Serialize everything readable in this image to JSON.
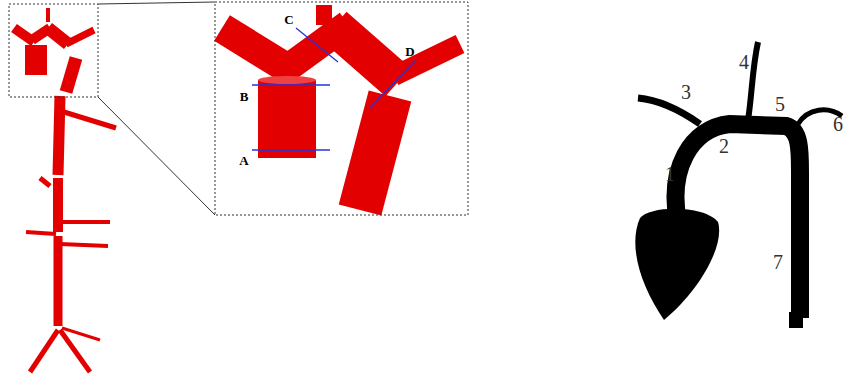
{
  "diagram": {
    "labels": [
      "A",
      "B",
      "C",
      "D",
      "1",
      "2",
      "3",
      "4",
      "5",
      "6",
      "7"
    ]
  }
}
